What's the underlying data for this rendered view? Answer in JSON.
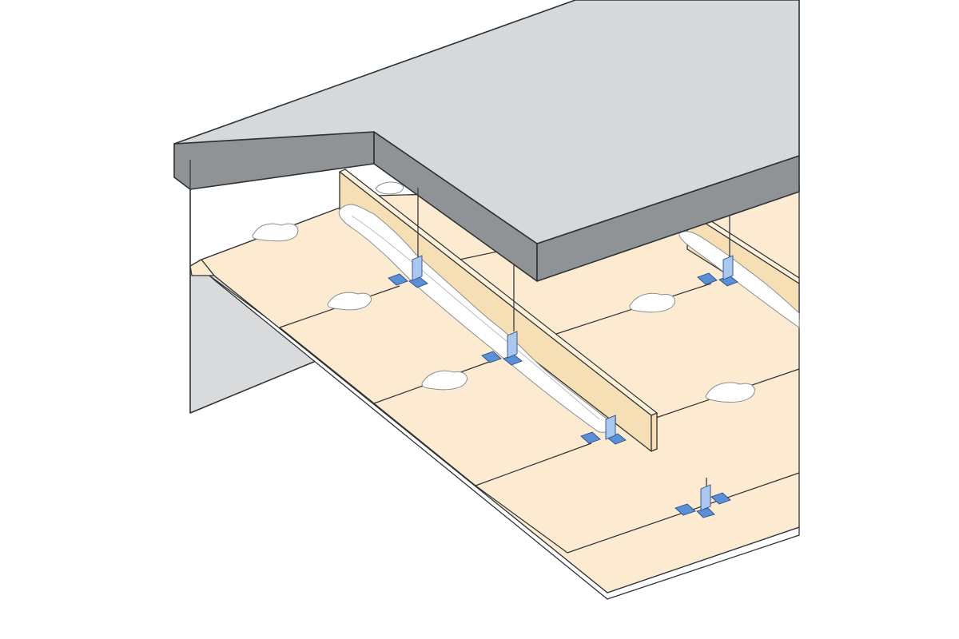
{
  "diagram": {
    "colors": {
      "slab_top": "#d6d9db",
      "slab_edge": "#8f9395",
      "wall": "#d8dadc",
      "plasterboard": "#fcebd1",
      "batten": "#f7dfb5",
      "fixing_plate": "#5b8fd6",
      "adhesive": "#ffffff"
    },
    "components": [
      "concrete-slab",
      "side-wall",
      "plasterboard-ceiling",
      "timber-battens",
      "hanger-wires",
      "fixing-plates",
      "adhesive-dabs"
    ]
  }
}
